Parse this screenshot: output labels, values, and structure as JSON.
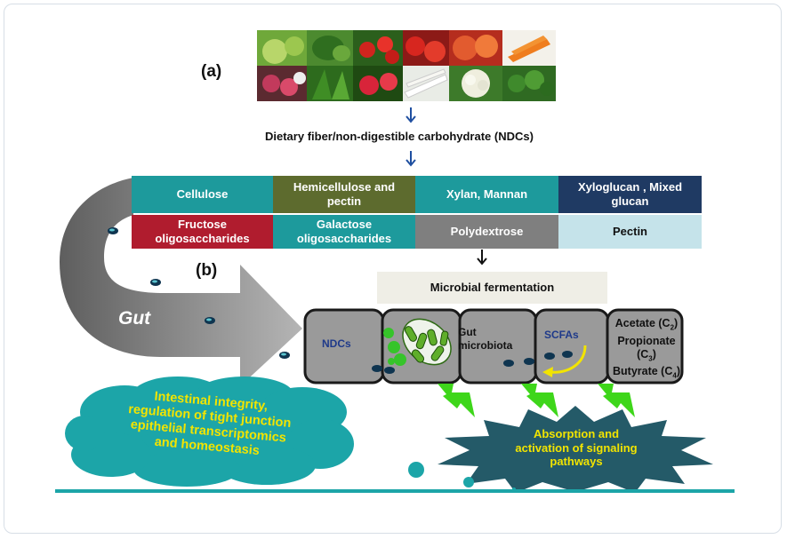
{
  "labels": {
    "a": "(a)",
    "b": "(b)"
  },
  "fiber_title": "Dietary fiber/non-digestible carbohydrate (NDCs)",
  "fiber_types": {
    "row1": [
      "Cellulose",
      "Hemicellulose and pectin",
      "Xylan, Mannan",
      "Xyloglucan , Mixed glucan"
    ],
    "row2": [
      "Fructose oligosaccharides",
      "Galactose oligosaccharides",
      "Polydextrose",
      "Pectin"
    ]
  },
  "gut_label": "Gut",
  "fermentation": "Microbial  fermentation",
  "compartments": {
    "ndcs": "NDCs",
    "microbiota": [
      "Gut",
      "microbiota"
    ],
    "scfas": "SCFAs",
    "acetate": [
      "Acetate (C",
      "2",
      ")"
    ],
    "propionate_1": "Propionate",
    "propionate_2": [
      "(C",
      "3",
      ")"
    ],
    "butyrate": [
      "Butyrate (C",
      "4",
      ")"
    ]
  },
  "cloud_text": [
    "Intestinal integrity,",
    "regulation of tight junction",
    "epithelial transcriptomics",
    "and homeostasis"
  ],
  "star_text": [
    "Absorption and",
    "activation of signaling",
    "pathways"
  ],
  "colors": {
    "teal": "#1d9a9c",
    "olive": "#5d6b2e",
    "navy": "#1f3a63",
    "crimson": "#b01c2e",
    "gray": "#7f7f7f",
    "light_blue": "#c5e3ea",
    "cloud": "#1ca5a8",
    "star": "#245a68",
    "yellow": "#f2e400",
    "green_bolt": "#3ed61a"
  }
}
